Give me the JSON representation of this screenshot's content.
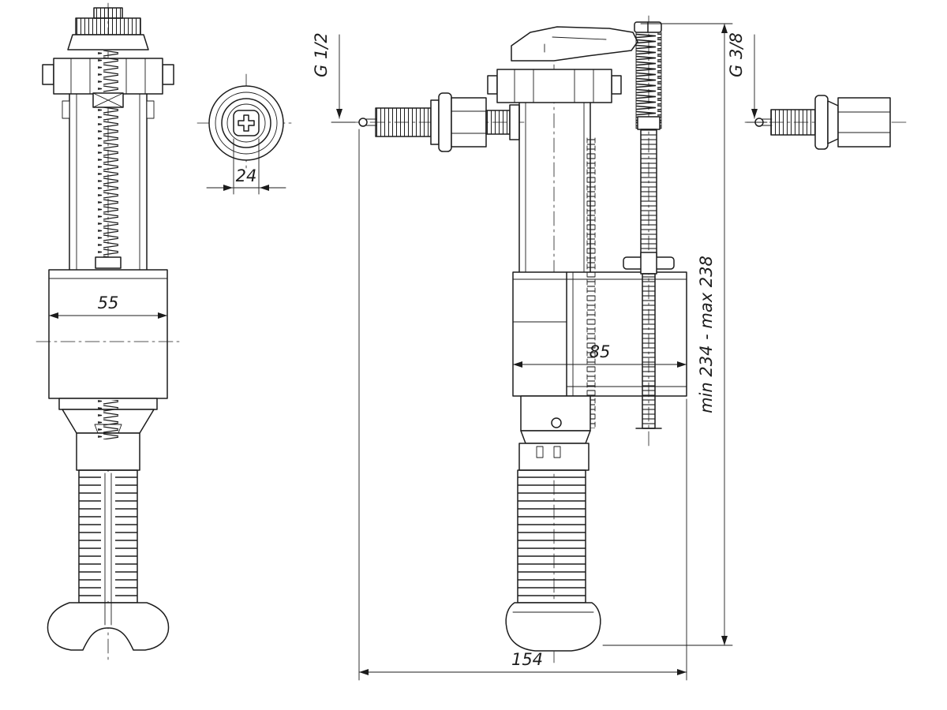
{
  "page": {
    "background": "#ffffff",
    "line_color": "#1c1c1c"
  },
  "drawing": {
    "labels": {
      "inlet_thread": "G 1/2",
      "detail_thread": "G 3/8",
      "cap_diameter": "24",
      "body_width": "55",
      "float_width": "85",
      "overall_length": "154",
      "height_range": "min 234 - max 238"
    }
  }
}
